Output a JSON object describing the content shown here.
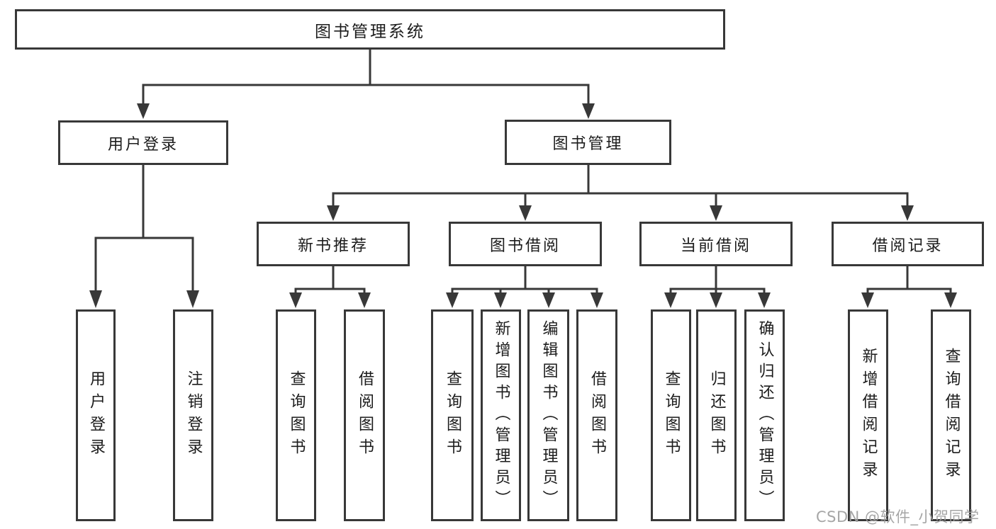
{
  "tree": {
    "label": "图书管理系统",
    "children": [
      {
        "label": "用户登录",
        "children": [
          {
            "label": "用户登录"
          },
          {
            "label": "注销登录"
          }
        ]
      },
      {
        "label": "图书管理",
        "children": [
          {
            "label": "新书推荐",
            "children": [
              {
                "label": "查询图书"
              },
              {
                "label": "借阅图书"
              }
            ]
          },
          {
            "label": "图书借阅",
            "children": [
              {
                "label": "查询图书"
              },
              {
                "label": "新增图书（管理员）"
              },
              {
                "label": "编辑图书（管理员）"
              },
              {
                "label": "借阅图书"
              }
            ]
          },
          {
            "label": "当前借阅",
            "children": [
              {
                "label": "查询图书"
              },
              {
                "label": "归还图书"
              },
              {
                "label": "确认归还（管理员）"
              }
            ]
          },
          {
            "label": "借阅记录",
            "children": [
              {
                "label": "新增借阅记录"
              },
              {
                "label": "查询借阅记录"
              }
            ]
          }
        ]
      }
    ]
  },
  "watermark": "CSDN @软件_小贺同学",
  "colors": {
    "line": "#383838",
    "text": "#1c1c1c",
    "watermark": "#9e9e9e",
    "background": "#ffffff"
  }
}
